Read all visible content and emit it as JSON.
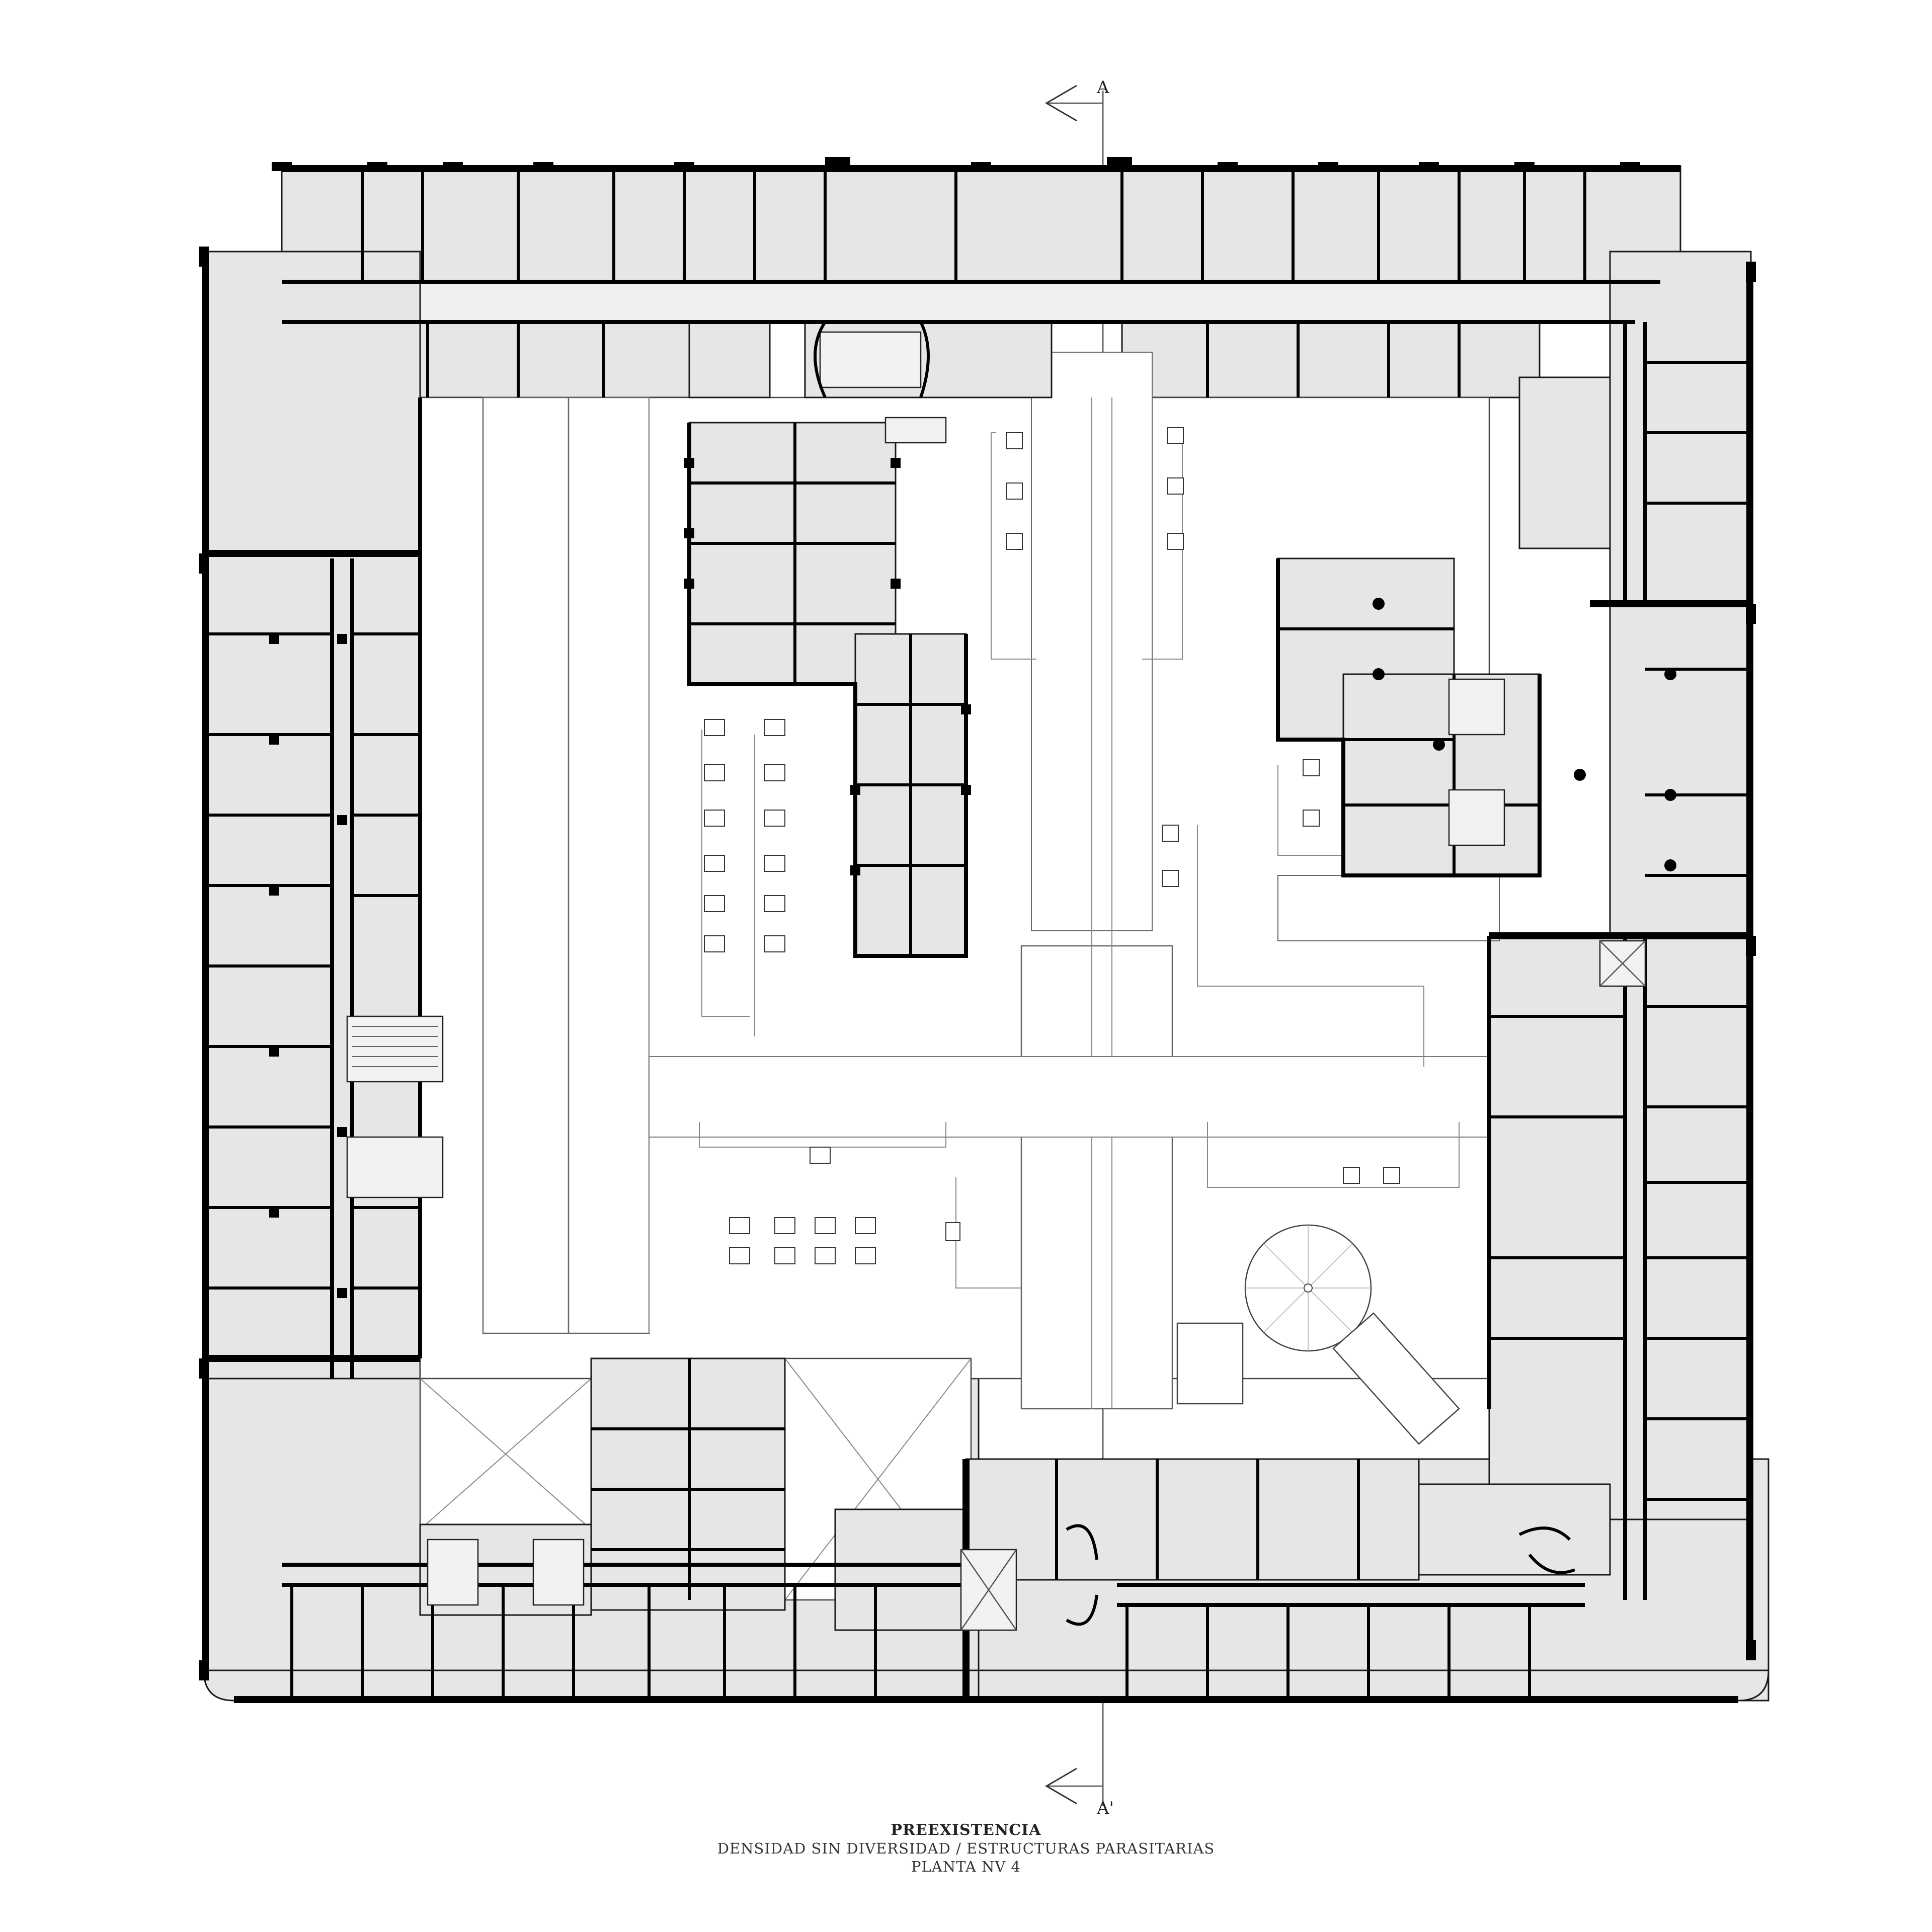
{
  "section_marks": {
    "top": "A",
    "bottom": "A'"
  },
  "caption": {
    "title": "PREEXISTENCIA",
    "subtitle": "DENSIDAD SIN DIVERSIDAD / ESTRUCTURAS PARASITARIAS",
    "level": "PLANTA NV 4"
  }
}
